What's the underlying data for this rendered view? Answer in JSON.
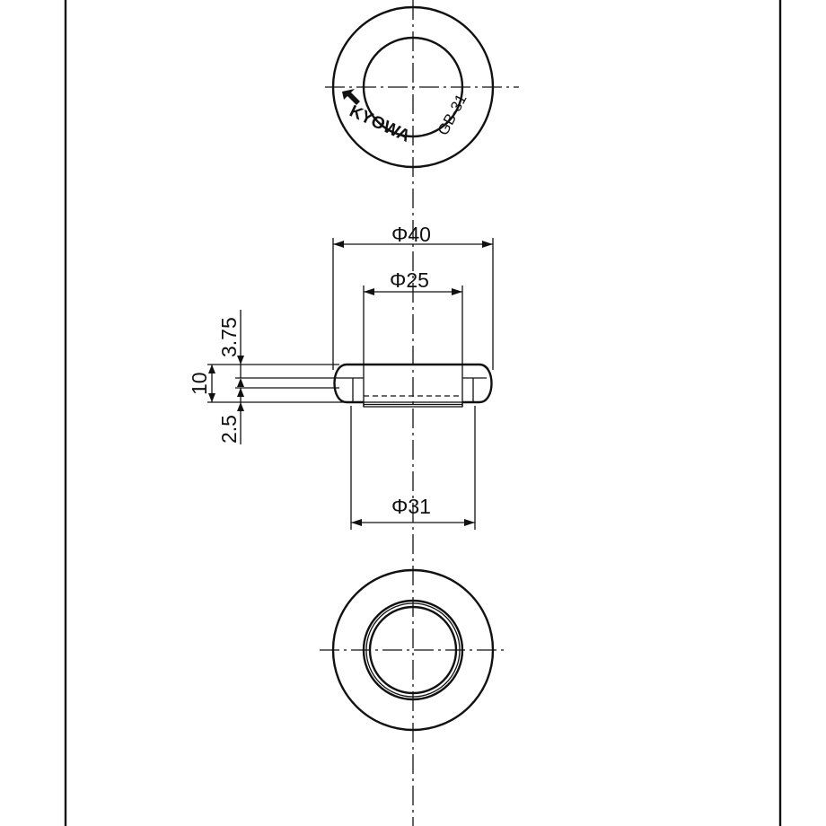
{
  "marking": {
    "brand": "KYOWA",
    "model": "GB-31"
  },
  "dimensions": {
    "outer_diameter": "Φ40",
    "inner_diameter": "Φ25",
    "mounting_diameter": "Φ31",
    "flange_thickness": "3.75",
    "total_height": "10",
    "groove_width": "2.5"
  }
}
